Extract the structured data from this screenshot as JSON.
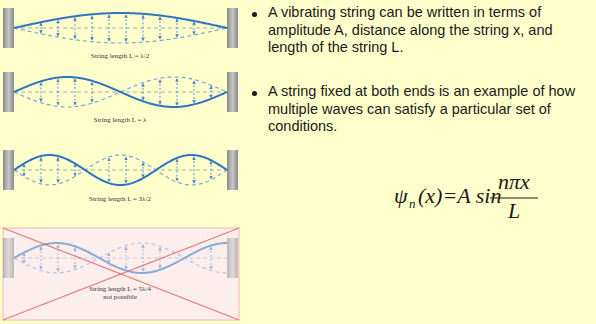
{
  "diagram": {
    "labels": [
      "String length L = λ/2",
      "String length L = λ",
      "String length L = 3λ/2",
      "String length L = 5λ/4",
      "not possible",
      "A vibrating string can be written in terms of amplitude A, distance along the string x, and length of the string L.",
      "A string fixed at both ends is an example of how multiple waves can satisfy a particular set of conditions.",
      "ψ",
      "n",
      "(x)=A sin",
      "nπx",
      "L"
    ]
  }
}
